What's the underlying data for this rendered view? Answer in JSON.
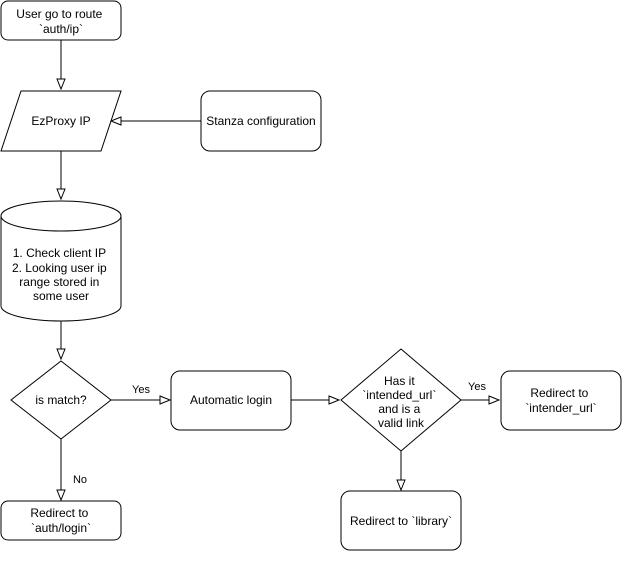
{
  "colors": {
    "stroke": "#000000",
    "fill": "#ffffff",
    "text": "#000000"
  },
  "nodes": {
    "start": {
      "shape": "rounded-rectangle",
      "lines": [
        "User go to route",
        "`auth/ip`"
      ]
    },
    "ezproxy": {
      "shape": "parallelogram",
      "lines": [
        "EzProxy IP"
      ]
    },
    "stanza": {
      "shape": "rounded-rectangle",
      "lines": [
        "Stanza configuration"
      ]
    },
    "check": {
      "shape": "cylinder",
      "lines": [
        "1. Check client IP",
        "2. Looking user ip",
        "range stored in",
        "some user"
      ]
    },
    "is_match": {
      "shape": "diamond",
      "lines": [
        "is match?"
      ]
    },
    "auto_login": {
      "shape": "rounded-rectangle",
      "lines": [
        "Automatic login"
      ]
    },
    "has_intended": {
      "shape": "diamond",
      "lines": [
        "Has it",
        "`intended_url`",
        "and is a",
        "valid link"
      ]
    },
    "redirect_intended": {
      "shape": "rounded-rectangle",
      "lines": [
        "Redirect to",
        "`intender_url`"
      ]
    },
    "redirect_login": {
      "shape": "rounded-rectangle",
      "lines": [
        "Redirect to",
        "`auth/login`"
      ]
    },
    "redirect_library": {
      "shape": "rounded-rectangle",
      "lines": [
        "Redirect to `library`"
      ]
    }
  },
  "edges": [
    {
      "from": "start",
      "to": "ezproxy",
      "label": ""
    },
    {
      "from": "stanza",
      "to": "ezproxy",
      "label": ""
    },
    {
      "from": "ezproxy",
      "to": "check",
      "label": ""
    },
    {
      "from": "check",
      "to": "is_match",
      "label": ""
    },
    {
      "from": "is_match",
      "to": "auto_login",
      "label": "Yes"
    },
    {
      "from": "is_match",
      "to": "redirect_login",
      "label": "No"
    },
    {
      "from": "auto_login",
      "to": "has_intended",
      "label": ""
    },
    {
      "from": "has_intended",
      "to": "redirect_intended",
      "label": "Yes"
    },
    {
      "from": "has_intended",
      "to": "redirect_library",
      "label": ""
    }
  ]
}
